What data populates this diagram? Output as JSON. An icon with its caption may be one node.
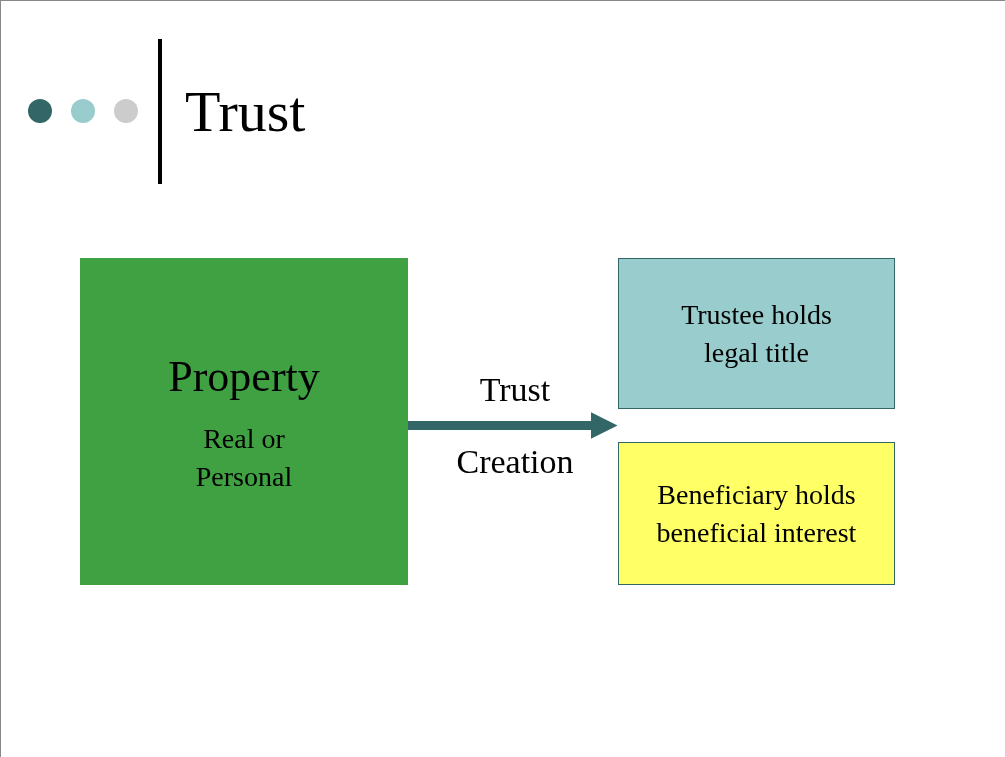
{
  "diagram": {
    "title": "Trust",
    "nodes": [
      {
        "text": [
          "Property",
          "Real or Personal"
        ]
      },
      {
        "text": [
          "Trustee holds legal title"
        ]
      },
      {
        "text": [
          "Beneficiary holds beneficial interest"
        ]
      }
    ],
    "edges": [
      {
        "from": 0,
        "to": 1,
        "arrow": "to",
        "label": "Trust Creation"
      },
      {
        "from": 0,
        "to": 2,
        "arrow": "to"
      }
    ]
  }
}
